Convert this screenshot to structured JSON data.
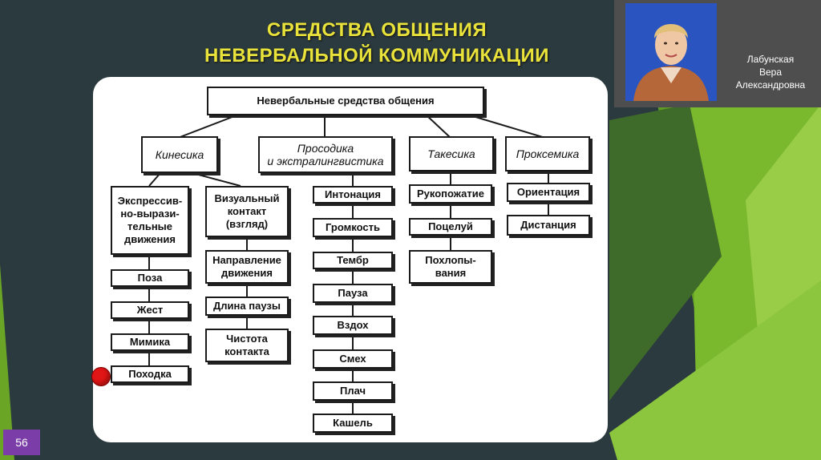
{
  "slide": {
    "title_line1": "СРЕДСТВА ОБЩЕНИЯ",
    "title_line2": "НЕВЕРБАЛЬНОЙ КОММУНИКАЦИИ",
    "slide_number": "56"
  },
  "author": {
    "line1": "Лабунская",
    "line2": "Вера",
    "line3": "Александровна"
  },
  "diagram": {
    "root": "Невербальные средства общения",
    "categories": [
      "Кинесика",
      "Просодика\nи экстралингвистика",
      "Такесика",
      "Проксемика"
    ],
    "kinesics_expressive": "Экспрессив-\nно-вырази-\nтельные\nдвижения",
    "kinesics_expressive_items": [
      "Поза",
      "Жест",
      "Мимика",
      "Походка"
    ],
    "kinesics_visual": "Визуальный\nконтакт\n(взгляд)",
    "kinesics_visual_items": [
      "Направление\nдвижения",
      "Длина паузы",
      "Чистота\nконтакта"
    ],
    "prosody_items": [
      "Интонация",
      "Громкость",
      "Тембр",
      "Пауза",
      "Вздох",
      "Смех",
      "Плач",
      "Кашель"
    ],
    "takesics_items": [
      "Рукопожатие",
      "Поцелуй",
      "Похлопы-\nвания"
    ],
    "proxemics_items": [
      "Ориентация",
      "Дистанция"
    ]
  },
  "colors": {
    "title": "#e8e23a",
    "background": "#2b3a3e",
    "accent_green": "#7ab82e",
    "slide_number_bg": "#7b3ea8",
    "marker": "#e01515"
  }
}
